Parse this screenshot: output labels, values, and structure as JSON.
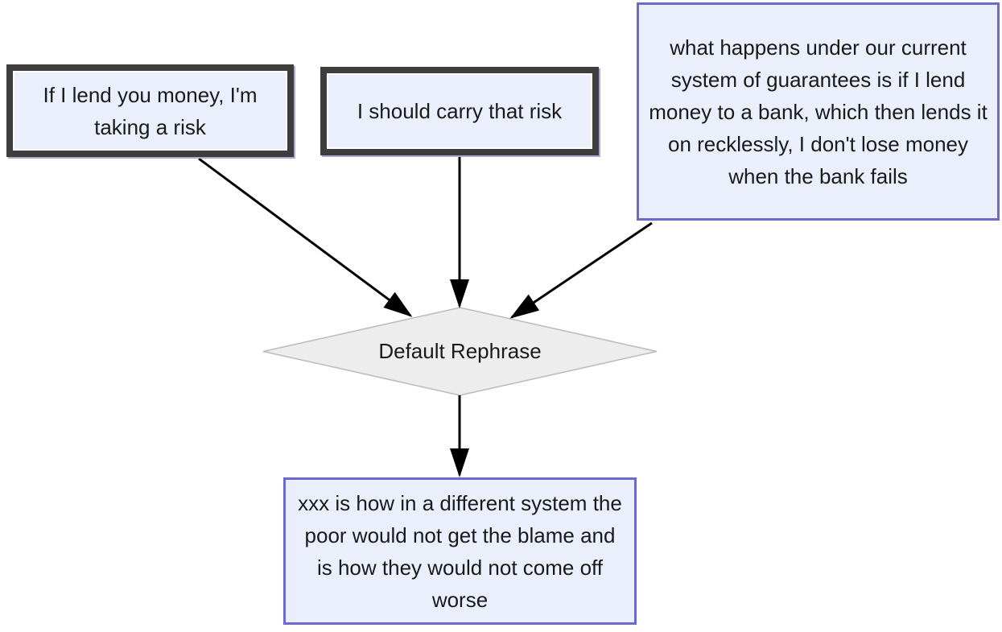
{
  "diagram": {
    "type": "argument-map-flowchart",
    "nodes": {
      "premise_left": {
        "text": "If I lend you money, I'm taking a risk",
        "shape": "box",
        "style": "bold-border"
      },
      "premise_middle": {
        "text": "I should carry that risk",
        "shape": "box",
        "style": "bold-border"
      },
      "premise_right": {
        "text": "what happens under our current system of guarantees is if I lend money to a bank, which then lends it on recklessly, I don't lose money when the bank fails",
        "shape": "box",
        "style": "thin-blue-border"
      },
      "rephrase": {
        "text": "Default Rephrase",
        "shape": "diamond",
        "style": "gray"
      },
      "conclusion": {
        "text": "xxx is how in a different system the poor would not get the blame and is how they would not come off worse",
        "shape": "box",
        "style": "thin-blue-border"
      }
    },
    "edges": [
      {
        "from": "premise_left",
        "to": "rephrase"
      },
      {
        "from": "premise_middle",
        "to": "rephrase"
      },
      {
        "from": "premise_right",
        "to": "rephrase"
      },
      {
        "from": "rephrase",
        "to": "conclusion"
      }
    ],
    "colors": {
      "background": "#ffffff",
      "node_fill": "#eaeffb",
      "bold_border": "#3d3d3d",
      "blue_border": "#6b6bcd",
      "diamond_fill": "#ededed",
      "diamond_border": "#bbbbbb",
      "arrow": "#000000",
      "text": "#1a1a1a"
    }
  }
}
